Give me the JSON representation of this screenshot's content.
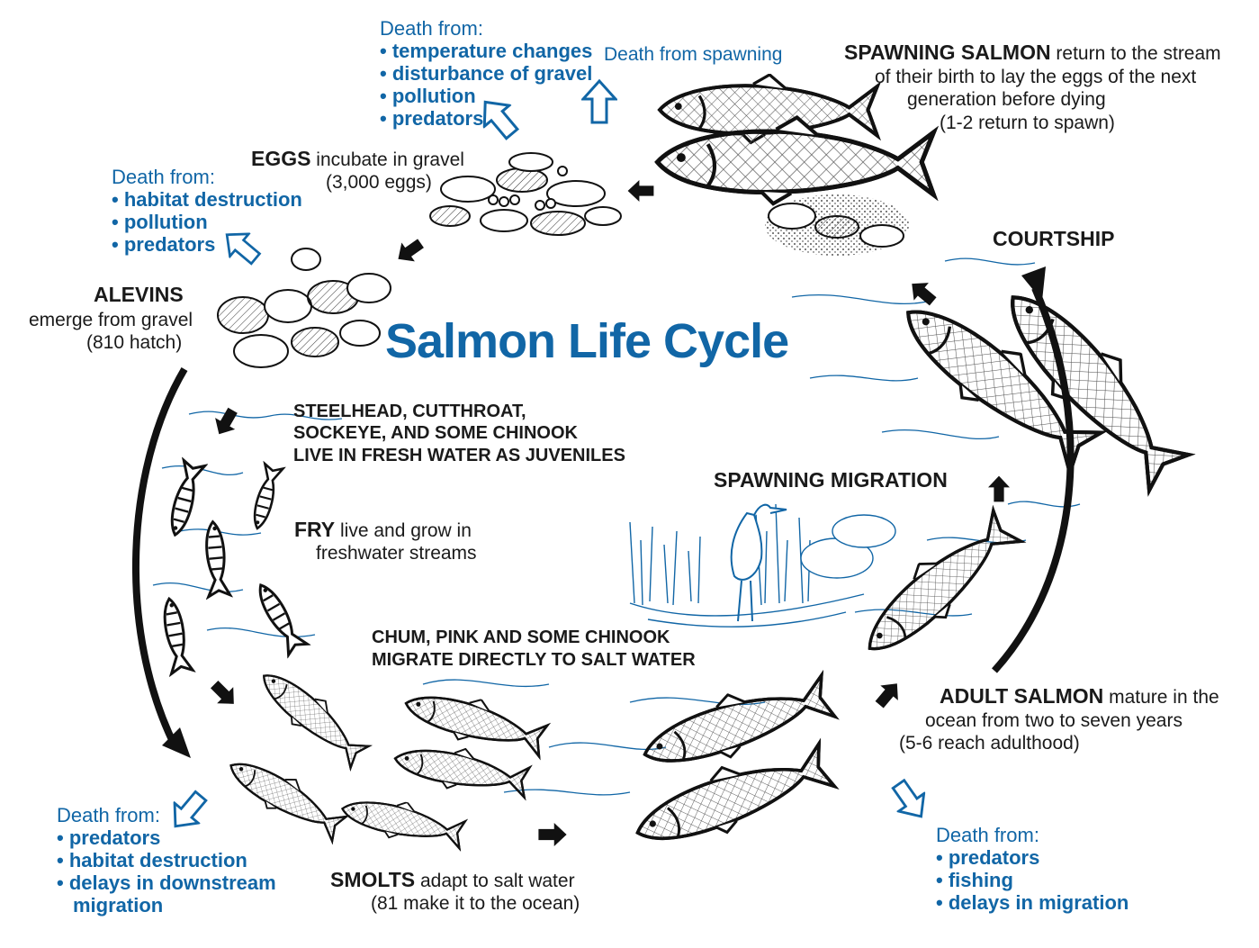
{
  "title": "Salmon Life Cycle",
  "stages": {
    "spawning_salmon": {
      "heading": "SPAWNING SALMON",
      "desc1": " return to the stream",
      "desc2": "of their birth to lay the eggs of the next",
      "desc3": "generation before dying",
      "desc4": "(1-2 return to spawn)"
    },
    "eggs": {
      "heading": "EGGS",
      "desc1": " incubate in gravel",
      "desc2": "(3,000 eggs)"
    },
    "alevins": {
      "heading": "ALEVINS",
      "desc1": "emerge from gravel",
      "desc2": "(810 hatch)"
    },
    "fry": {
      "heading": "FRY",
      "desc1": " live and grow in",
      "desc2": "freshwater streams"
    },
    "smolts": {
      "heading": "SMOLTS",
      "desc1": " adapt to salt water",
      "desc2": "(81 make it to the ocean)"
    },
    "adult_salmon": {
      "heading": "ADULT SALMON",
      "desc1": " mature in the",
      "desc2": "ocean from two to seven years",
      "desc3": "(5-6 reach adulthood)"
    },
    "courtship": {
      "heading": "COURTSHIP"
    },
    "spawning_migration": {
      "heading": "SPAWNING MIGRATION"
    }
  },
  "notes": {
    "freshwater": [
      "STEELHEAD, CUTTHROAT,",
      "SOCKEYE, AND SOME CHINOOK",
      "LIVE IN FRESH WATER AS JUVENILES"
    ],
    "saltwater": [
      "CHUM, PINK AND SOME CHINOOK",
      "MIGRATE DIRECTLY TO SALT WATER"
    ]
  },
  "deaths": {
    "eggs": {
      "heading": "Death from:",
      "items": [
        "temperature changes",
        "disturbance of gravel",
        "pollution",
        "predators"
      ]
    },
    "spawning": {
      "heading": "Death from spawning"
    },
    "alevins": {
      "heading": "Death from:",
      "items": [
        "habitat destruction",
        "pollution",
        "predators"
      ]
    },
    "smolts": {
      "heading": "Death from:",
      "items": [
        "predators",
        "habitat destruction",
        "delays in downstream",
        "migration"
      ]
    },
    "adults": {
      "heading": "Death from:",
      "items": [
        "predators",
        "fishing",
        "delays in migration"
      ]
    }
  },
  "colors": {
    "accent": "#1166a6",
    "ink": "#1a1a1a"
  }
}
